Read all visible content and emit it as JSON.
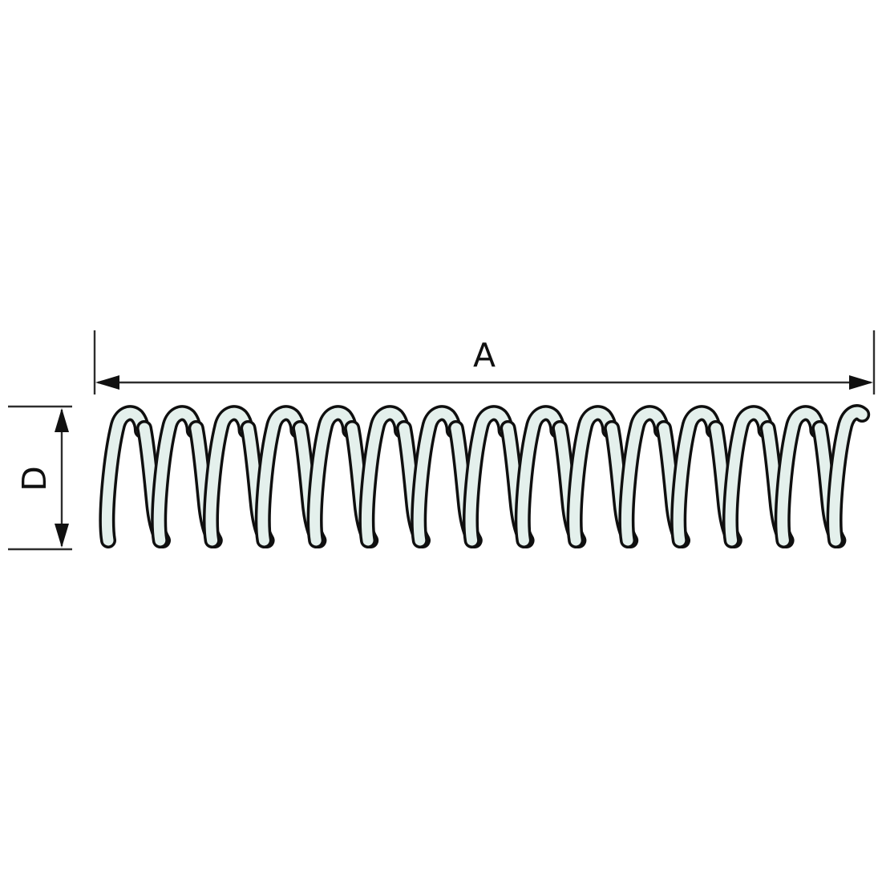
{
  "dimensions": {
    "length_label": "A",
    "diameter_label": "D"
  },
  "spring": {
    "coil_count": 15,
    "wire_fill": "#e4f0ec",
    "wire_outline": "#0f0f0f"
  },
  "colors": {
    "background": "#ffffff",
    "dimension_line": "#2e2e2e",
    "arrowhead": "#101010",
    "label_text": "#101010"
  }
}
